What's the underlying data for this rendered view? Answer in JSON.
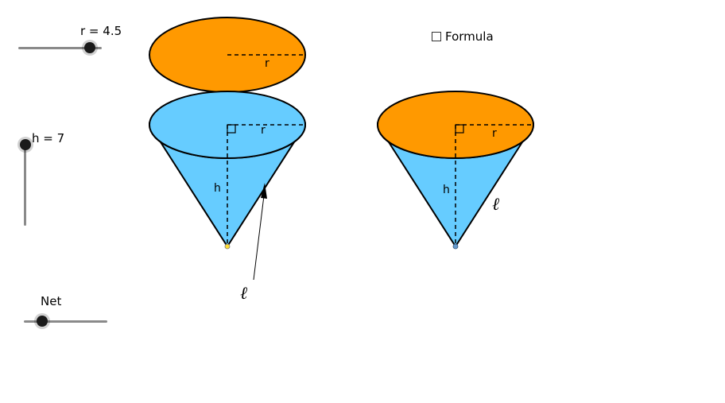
{
  "sliders": {
    "radius": {
      "label": "r = 4.5",
      "value": 4.5
    },
    "height": {
      "label": "h = 7",
      "value": 7
    },
    "net": {
      "label": "Net"
    }
  },
  "formula_toggle": {
    "label": "Formula",
    "checked": false
  },
  "diagram": {
    "radius_label": "r",
    "height_label": "h",
    "slant_label": "ℓ"
  },
  "colors": {
    "cone_surface": "#66ccff",
    "base_disc": "#ff9900",
    "outline": "#000000",
    "apex_left": "#ffdd33",
    "apex_right": "#6699cc"
  }
}
